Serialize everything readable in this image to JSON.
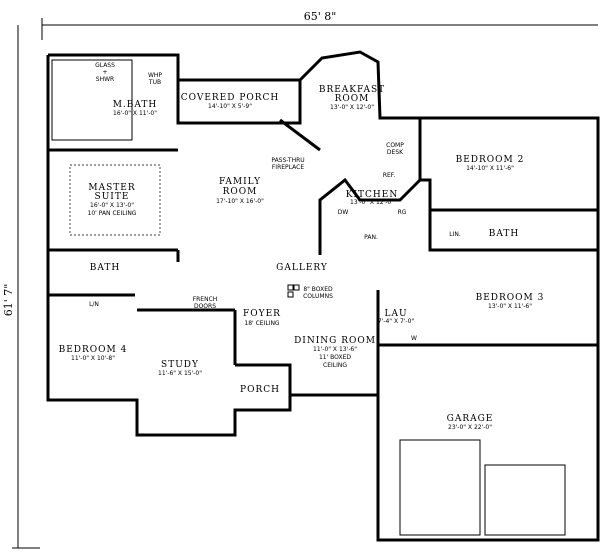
{
  "dimensions": {
    "width": "65' 8\"",
    "depth": "61' 7\""
  },
  "rooms": {
    "covered_porch": {
      "name": "COVERED PORCH",
      "size": "14'-10\" X 5'-9\""
    },
    "breakfast": {
      "name1": "BREAKFAST",
      "name2": "ROOM",
      "size": "13'-0\" X 12'-0\""
    },
    "master_bath": {
      "name": "M.BATH",
      "size": "16'-0\" X 11'-0\""
    },
    "glass_shower": {
      "l1": "GLASS",
      "l2": "+",
      "l3": "SHWR"
    },
    "whirlpool": {
      "l1": "WHP",
      "l2": "TUB"
    },
    "master_suite": {
      "name1": "MASTER",
      "name2": "SUITE",
      "size": "16'-0\" X 13'-0\"",
      "note": "10' PAN CEILING"
    },
    "family_room": {
      "name1": "FAMILY",
      "name2": "ROOM",
      "size": "17'-10\" X 16'-0\""
    },
    "fireplace": {
      "l1": "PASS-THRU",
      "l2": "FIREPLACE"
    },
    "kitchen": {
      "name": "KITCHEN",
      "size": "13'-0\" X 12'-0\""
    },
    "comp_desk": {
      "l1": "COMP",
      "l2": "DESK"
    },
    "ref": "REF.",
    "dw": "DW",
    "rg": "RG",
    "pan": "PAN.",
    "bedroom2": {
      "name": "BEDROOM 2",
      "size": "14'-10\" X 11'-6\""
    },
    "lin_right": "LIN.",
    "bath_right": "BATH",
    "gallery": "GALLERY",
    "columns": {
      "l1": "8\" BOXED",
      "l2": "COLUMNS"
    },
    "bedroom3": {
      "name": "BEDROOM 3",
      "size": "13'-0\" X 11'-6\""
    },
    "laundry": {
      "name": "LAU",
      "size": "7'-4\" X 7'-0\"",
      "w": "W"
    },
    "bath_left": "BATH",
    "lin_left": "L/N",
    "french_doors": {
      "l1": "FRENCH",
      "l2": "DOORS"
    },
    "foyer": {
      "name": "FOYER",
      "note": "18' CEILING"
    },
    "dining": {
      "name": "DINING ROOM",
      "size": "11'-0\" X 13'-6\"",
      "l1": "11' BOXED",
      "l2": "CEILING"
    },
    "bedroom4": {
      "name": "BEDROOM 4",
      "size": "11'-0\" X 10'-8\""
    },
    "study": {
      "name": "STUDY",
      "size": "11'-6\" X 15'-0\""
    },
    "porch": "PORCH",
    "garage": {
      "name": "GARAGE",
      "size": "23'-0\" X 22'-0\""
    }
  }
}
